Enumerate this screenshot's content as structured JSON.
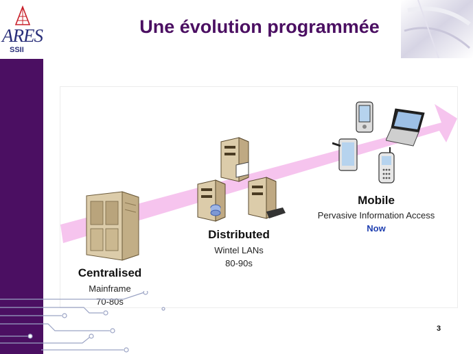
{
  "slide": {
    "title": "Une évolution programmée",
    "page_number": "3"
  },
  "logo": {
    "word": "ARES",
    "sub": "SSII"
  },
  "stages": [
    {
      "name": "Centralised",
      "detail": "Mainframe",
      "period": "70-80s"
    },
    {
      "name": "Distributed",
      "detail": "Wintel LANs",
      "period": "80-90s"
    },
    {
      "name": "Mobile",
      "detail": "Pervasive Information Access",
      "period": "Now"
    }
  ],
  "colors": {
    "sidebar": "#4b0f62",
    "title": "#4b0f62",
    "arrow": "#f6c4ee",
    "now": "#1f3fb0"
  },
  "icons": [
    "mainframe-server-icon",
    "server-icon",
    "laptop-icon",
    "pda-icon",
    "phone-icon",
    "tablet-icon"
  ]
}
